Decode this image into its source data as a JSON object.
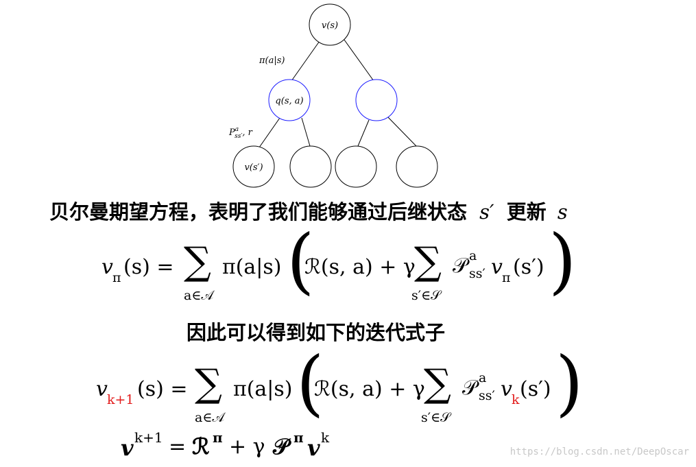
{
  "tree": {
    "root_label": "v(s)",
    "q_label": "q(s, a)",
    "leaf_label": "v(s′)",
    "edge_policy": "π(a|s)",
    "edge_transition": "P",
    "edge_transition_sup": "a",
    "edge_transition_sub": "ss′",
    "edge_transition_tail": ", r",
    "colors": {
      "action_node": "#1a1aff",
      "state_node": "#000000"
    }
  },
  "text": {
    "line1": "贝尔曼期望方程，表明了我们能够通过后继状态",
    "line1_s_prime": "s′",
    "line1_update": "更新",
    "line1_s": "s",
    "line2": "因此可以得到如下的迭代式子"
  },
  "eq1": {
    "lhs_v": "v",
    "lhs_sub": "π",
    "lhs_arg": "(s) =",
    "sum1_sub": "a∈𝒜",
    "policy": "π(a|s)",
    "reward": "ℛ(s, a) + γ",
    "sum2_sub": "s′∈𝒮",
    "trans_P": "𝒫",
    "trans_sup": "a",
    "trans_sub": "ss′",
    "v": "v",
    "v_sub": "π",
    "v_arg": "(s′)"
  },
  "eq2": {
    "lhs_v": "v",
    "lhs_sub": "k+1",
    "lhs_arg": "(s) =",
    "sum1_sub": "a∈𝒜",
    "policy": "π(a|s)",
    "reward": "ℛ(s, a) + γ",
    "sum2_sub": "s′∈𝒮",
    "trans_P": "𝒫",
    "trans_sup": "a",
    "trans_sub": "ss′",
    "v": "v",
    "v_sub": "k",
    "v_arg": "(s′)"
  },
  "eq3": {
    "v": "v",
    "v_sup": "k+1",
    "eq": "=",
    "R": "ℛ",
    "R_sup": "π",
    "plus": "+ γ",
    "P": "𝒫",
    "P_sup": "π",
    "v2": "v",
    "v2_sup": "k"
  },
  "watermark": "https://blog.csdn.net/DeepOscar"
}
